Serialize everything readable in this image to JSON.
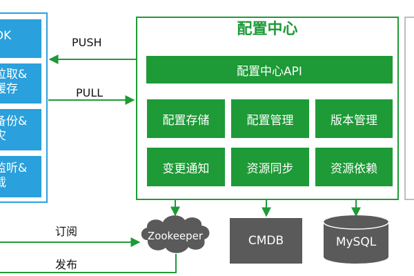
{
  "sdk_panel": {
    "items": [
      [
        "DK"
      ],
      [
        "拉取&",
        "缓存"
      ],
      [
        "备份&",
        "灾"
      ],
      [
        "监听&",
        "载"
      ]
    ]
  },
  "arrows": {
    "push": "PUSH",
    "pull": "PULL",
    "subscribe": "订阅",
    "publish": "发布"
  },
  "config_center": {
    "title": "配置中心",
    "api": "配置中心API",
    "modules": [
      "配置存储",
      "配置管理",
      "版本管理",
      "变更通知",
      "资源同步",
      "资源依赖"
    ]
  },
  "storage": {
    "zookeeper": "Zookeeper",
    "cmdb": "CMDB",
    "mysql": "MySQL"
  },
  "colors": {
    "green": "#1e9a37",
    "blue": "#2aa0dc",
    "gray": "#5a5a5a"
  }
}
